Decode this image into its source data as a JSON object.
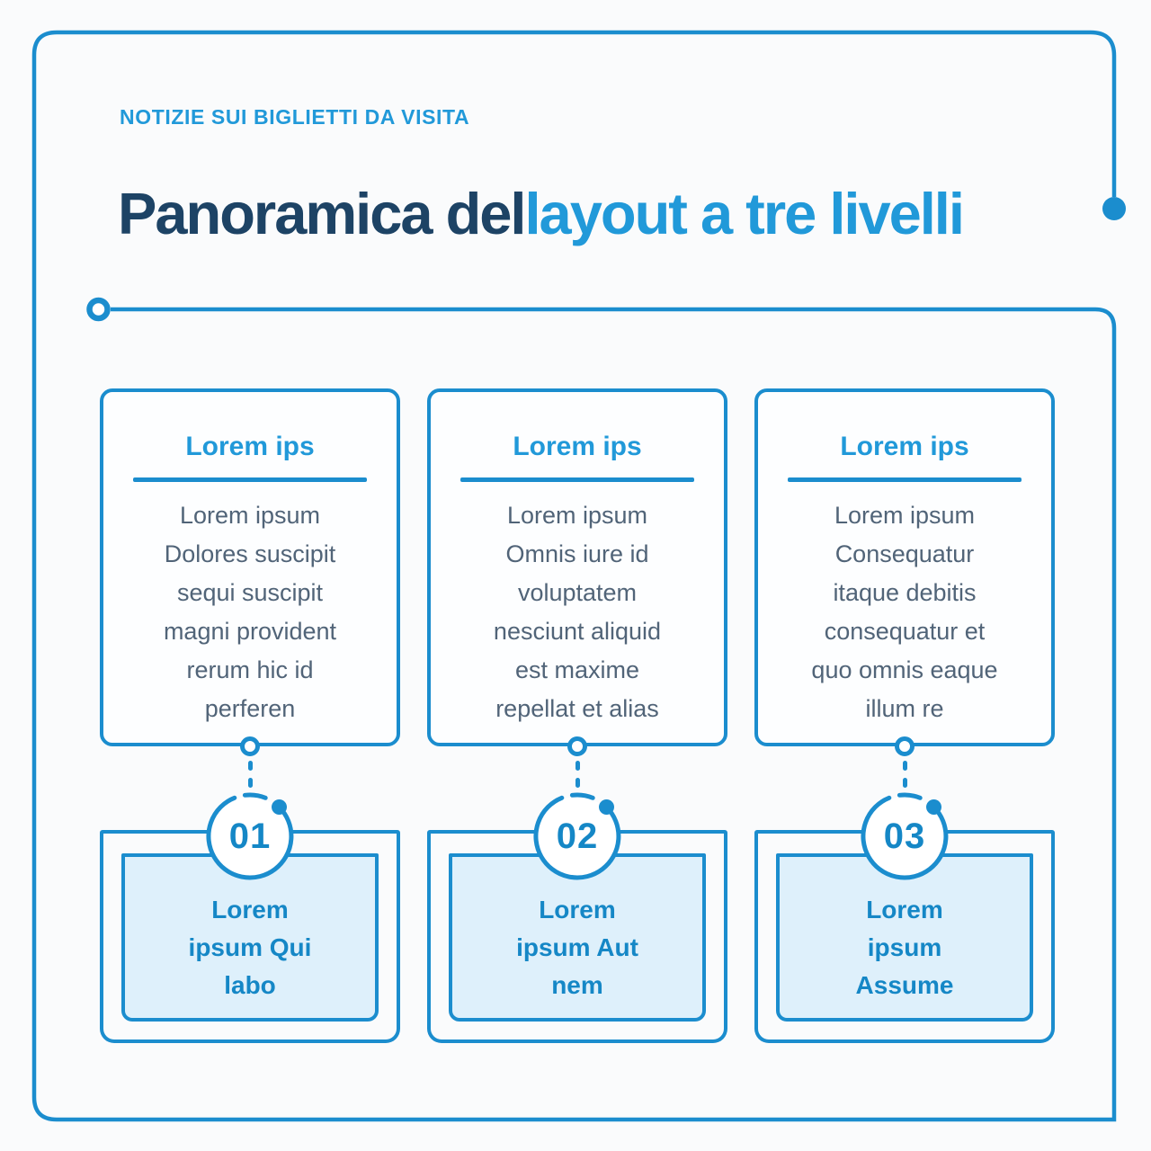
{
  "theme": {
    "bg": "#fafbfc",
    "accent": "#1b8dce",
    "accent_bright": "#2199d9",
    "navy": "#1d4365",
    "body_text": "#516478",
    "deep_blue_text": "#1587c6",
    "inner_card_fill": "#def0fb"
  },
  "header": {
    "kicker": "NOTIZIE SUI BIGLIETTI DA VISITA",
    "title_dark": "Panoramica del",
    "title_accent": "layout a tre livelli"
  },
  "columns": [
    {
      "number": "01",
      "card_title": "Lorem ips",
      "card_body": "Lorem ipsum\nDolores suscipit\nsequi suscipit\nmagni provident\nrerum hic id\nperferen",
      "label": "Lorem\nipsum Qui\nlabo"
    },
    {
      "number": "02",
      "card_title": "Lorem ips",
      "card_body": "Lorem ipsum\nOmnis iure id\nvoluptatem\nnesciunt aliquid\nest maxime\nrepellat et alias",
      "label": "Lorem\nipsum Aut\nnem"
    },
    {
      "number": "03",
      "card_title": "Lorem ips",
      "card_body": "Lorem ipsum\nConsequatur\nitaque debitis\nconsequatur et\nquo omnis eaque\nillum re",
      "label": "Lorem\nipsum\nAssume"
    }
  ]
}
